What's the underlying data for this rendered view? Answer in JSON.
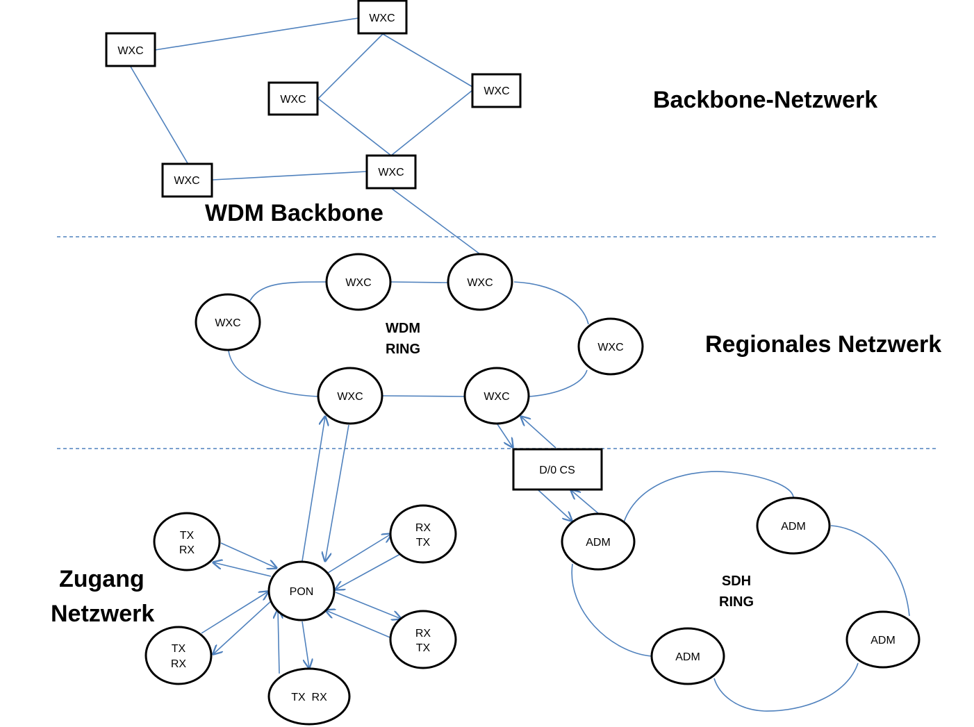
{
  "sections": {
    "backbone_label": "Backbone-Netzwerk",
    "wdm_backbone_label": "WDM Backbone",
    "regional_label": "Regionales Netzwerk",
    "access_label_line1": "Zugang",
    "access_label_line2": "Netzwerk"
  },
  "rings": {
    "wdm_ring_line1": "WDM",
    "wdm_ring_line2": "RING",
    "sdh_ring_line1": "SDH",
    "sdh_ring_line2": "RING"
  },
  "backbone_nodes": [
    "WXC",
    "WXC",
    "WXC",
    "WXC",
    "WXC",
    "WXC"
  ],
  "wdm_ring_nodes": [
    "WXC",
    "WXC",
    "WXC",
    "WXC",
    "WXC",
    "WXC"
  ],
  "gateway": "D/0 CS",
  "sdh_nodes": [
    "ADM",
    "ADM",
    "ADM",
    "ADM"
  ],
  "pon": {
    "center": "PON",
    "tl": [
      "TX",
      "RX"
    ],
    "bl": [
      "TX",
      "RX"
    ],
    "bottom": "TX  RX",
    "tr": [
      "RX",
      "TX"
    ],
    "br": [
      "RX",
      "TX"
    ]
  },
  "colors": {
    "link": "#4f81bd",
    "outline": "#000000"
  }
}
